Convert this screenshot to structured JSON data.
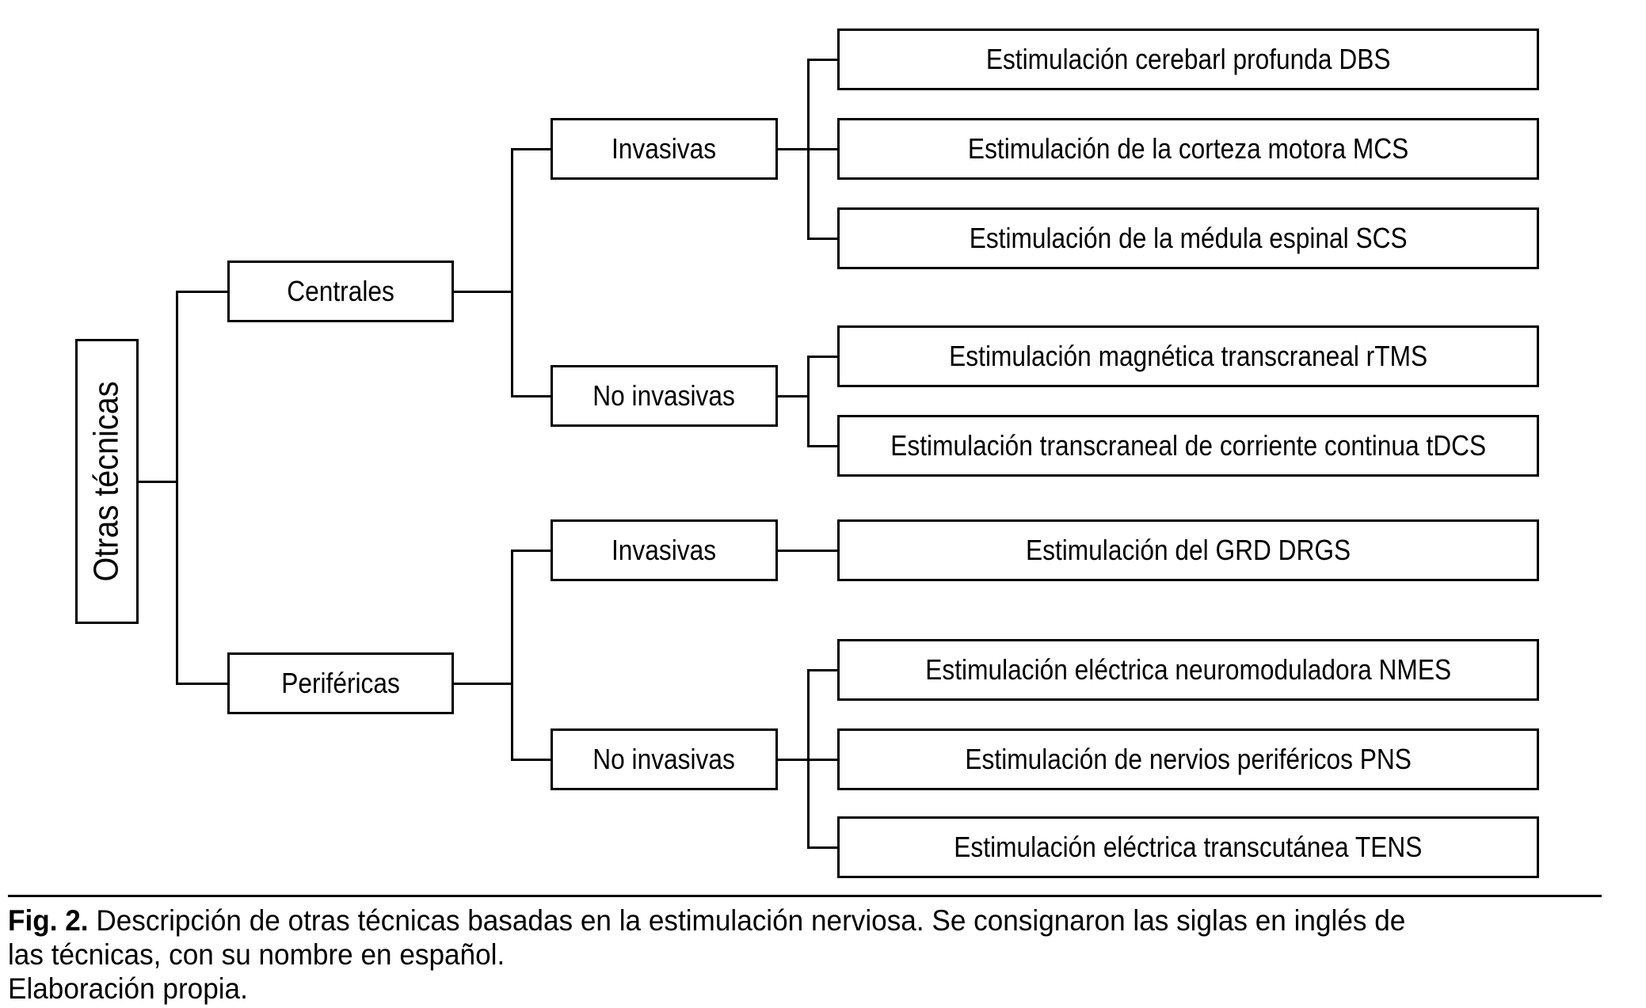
{
  "diagram": {
    "root": {
      "label": "Otras técnicas"
    },
    "level1": [
      {
        "label": "Centrales"
      },
      {
        "label": "Periféricas"
      }
    ],
    "level2": [
      {
        "label": "Invasivas"
      },
      {
        "label": "No invasivas"
      },
      {
        "label": "Invasivas"
      },
      {
        "label": "No invasivas"
      }
    ],
    "leaves": [
      {
        "label": "Estimulación cerebarl profunda DBS"
      },
      {
        "label": "Estimulación de la corteza motora MCS"
      },
      {
        "label": "Estimulación de la médula espinal SCS"
      },
      {
        "label": "Estimulación magnética transcraneal rTMS"
      },
      {
        "label": "Estimulación transcraneal de corriente continua tDCS"
      },
      {
        "label": "Estimulación del GRD DRGS"
      },
      {
        "label": "Estimulación eléctrica neuromoduladora NMES"
      },
      {
        "label": "Estimulación de nervios periféricos PNS"
      },
      {
        "label": "Estimulación eléctrica transcutánea TENS"
      }
    ]
  },
  "caption": {
    "fig_label": "Fig. 2.",
    "line1_rest": " Descripción de otras técnicas basadas en la estimulación nerviosa. Se consignaron las siglas en inglés de",
    "line2": "las técnicas, con su nombre en español.",
    "line3": "Elaboración propia."
  },
  "colors": {
    "line": "#000000",
    "box_border": "#000000",
    "background": "#ffffff",
    "text": "#000000"
  }
}
